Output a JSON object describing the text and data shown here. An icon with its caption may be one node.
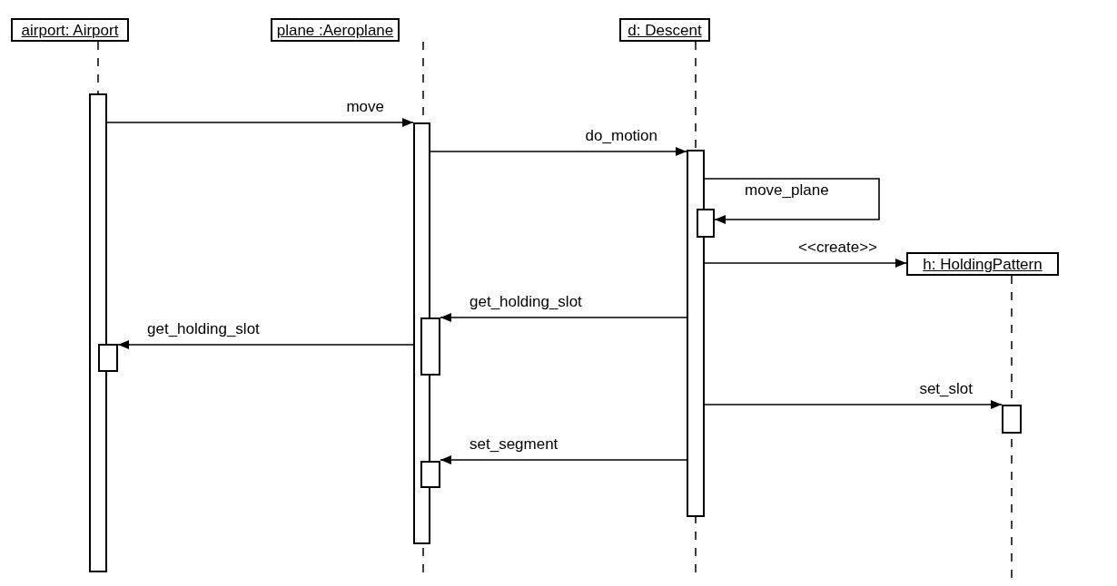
{
  "diagram": {
    "nodes": [
      {
        "text": [
          "airport: Airport"
        ]
      },
      {
        "text": [
          "plane :Aeroplane"
        ]
      },
      {
        "text": [
          "d: Descent"
        ]
      },
      {
        "text": [
          "h: HoldingPattern"
        ]
      },
      {
        "text": [],
        "shape": "bar"
      },
      {
        "text": [],
        "shape": "bar"
      },
      {
        "text": [],
        "shape": "bar"
      },
      {
        "text": [],
        "shape": "bar"
      },
      {
        "text": [],
        "shape": "bar"
      },
      {
        "text": [],
        "shape": "bar"
      },
      {
        "text": [],
        "shape": "bar"
      },
      {
        "text": [],
        "shape": "bar"
      }
    ],
    "edges": [
      {
        "from": 4,
        "to": 5,
        "arrow": "to",
        "label": "move"
      },
      {
        "from": 5,
        "to": 6,
        "arrow": "to",
        "label": "do_motion"
      },
      {
        "from": 6,
        "to": 7,
        "arrow": "to",
        "label": "move_plane"
      },
      {
        "from": 6,
        "to": 3,
        "arrow": "to",
        "label": "<<create>>"
      },
      {
        "from": 6,
        "to": 9,
        "arrow": "to",
        "label": "get_holding_slot"
      },
      {
        "from": 9,
        "to": 8,
        "arrow": "to",
        "label": "get_holding_slot"
      },
      {
        "from": 6,
        "to": 10,
        "arrow": "to",
        "label": "set_slot"
      },
      {
        "from": 6,
        "to": 11,
        "arrow": "to",
        "label": "set_segment"
      }
    ]
  }
}
